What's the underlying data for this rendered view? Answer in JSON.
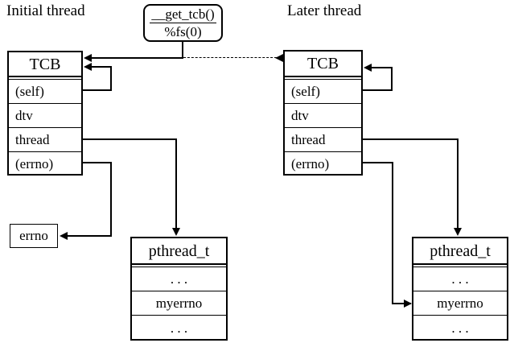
{
  "diagram": {
    "titles": {
      "initial_thread": "Initial thread",
      "later_thread": "Later thread"
    },
    "get_tcb_box": {
      "line1": "__get_tcb()",
      "line2": "%fs(0)"
    },
    "initial_tcb": {
      "header": "TCB",
      "rows": [
        "(self)",
        "dtv",
        "thread",
        "(errno)"
      ]
    },
    "later_tcb": {
      "header": "TCB",
      "rows": [
        "(self)",
        "dtv",
        "thread",
        "(errno)"
      ]
    },
    "errno_box": {
      "label": "errno"
    },
    "initial_pthread": {
      "header": "pthread_t",
      "rows": [
        ". . .",
        "myerrno",
        ". . ."
      ]
    },
    "later_pthread": {
      "header": "pthread_t",
      "rows": [
        ". . .",
        "myerrno",
        ". . ."
      ]
    },
    "colors": {
      "stroke": "#000000",
      "background": "#ffffff"
    }
  }
}
